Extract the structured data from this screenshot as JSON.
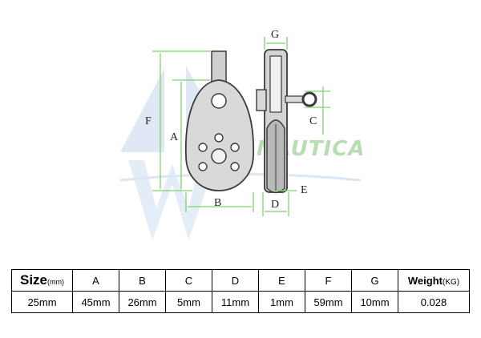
{
  "diagram": {
    "labels": {
      "F": "F",
      "A": "A",
      "B": "B",
      "G": "G",
      "C": "C",
      "D": "D",
      "E": "E"
    },
    "watermark_text": "NAUTICA",
    "dimension_line_color": "#7ed36b",
    "outline_color": "#3a3a3a",
    "metal_color": "#cfcfcf"
  },
  "table": {
    "header_size_main": "Size",
    "header_size_unit": "(mm)",
    "header_weight_main": "Weight",
    "header_weight_unit": "(KG)",
    "columns": [
      "A",
      "B",
      "C",
      "D",
      "E",
      "F",
      "G"
    ],
    "row": [
      "25mm",
      "45mm",
      "26mm",
      "5mm",
      "11mm",
      "1mm",
      "59mm",
      "10mm",
      "0.028"
    ]
  }
}
